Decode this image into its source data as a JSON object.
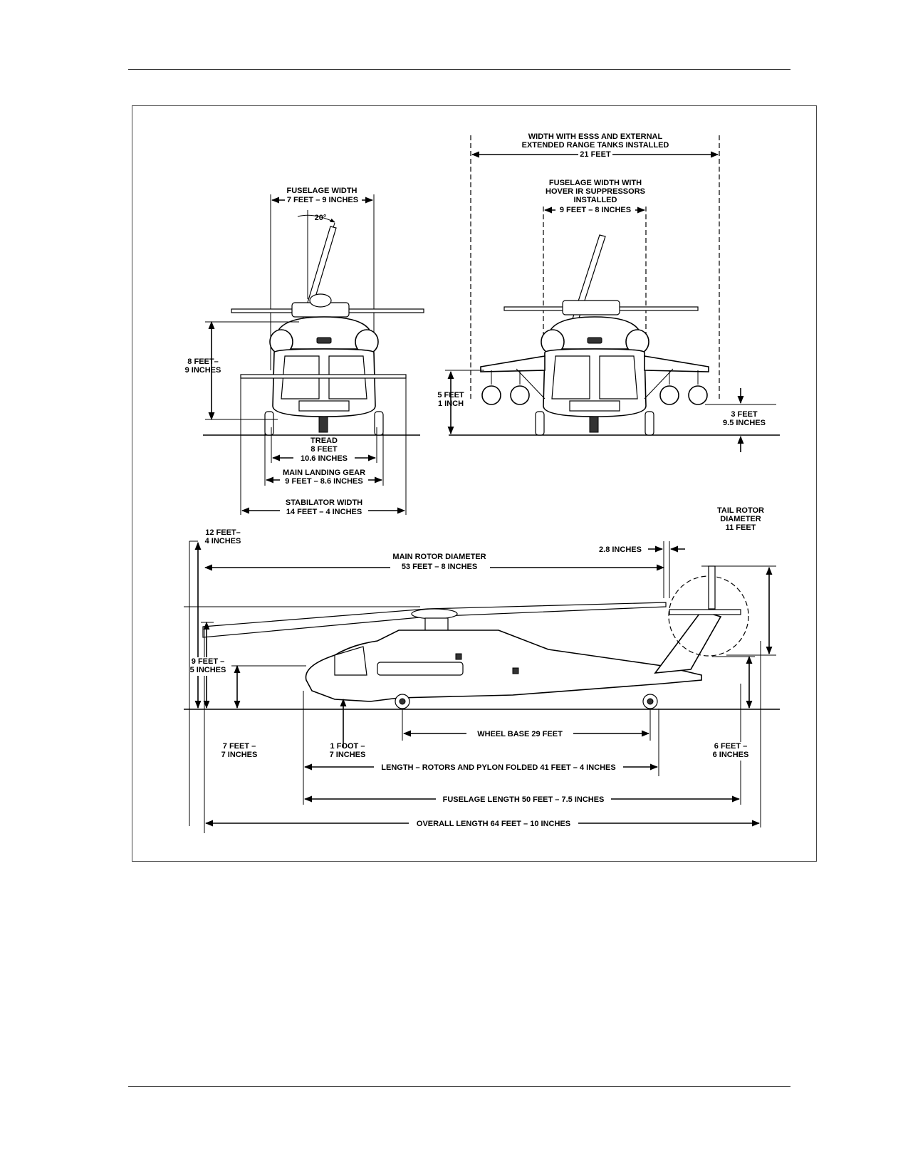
{
  "labels": {
    "fuselage_width_title": "FUSELAGE WIDTH",
    "fuselage_width_value": "7 FEET – 9 INCHES",
    "blade_angle": "20°",
    "height_front_1": "8 FEET–",
    "height_front_2": "9 INCHES",
    "tread_1": "TREAD",
    "tread_2": "8 FEET",
    "tread_3": "10.6 INCHES",
    "main_gear_1": "MAIN LANDING GEAR",
    "main_gear_2": "9 FEET – 8.6 INCHES",
    "stab_1": "STABILATOR WIDTH",
    "stab_2": "14 FEET – 4 INCHES",
    "esss_1": "WIDTH WITH ESSS AND EXTERNAL",
    "esss_2": "EXTENDED RANGE TANKS INSTALLED",
    "esss_3": "21 FEET",
    "hirss_1": "FUSELAGE WIDTH WITH",
    "hirss_2": "HOVER IR SUPPRESSORS",
    "hirss_3": "INSTALLED",
    "hirss_4": "9 FEET – 8 INCHES",
    "pylon_1": "5 FEET",
    "pylon_2": "1 INCH",
    "tank_clear_1": "3 FEET",
    "tank_clear_2": "9.5 INCHES",
    "side_height_1": "12 FEET–",
    "side_height_2": "4 INCHES",
    "rotor_diam_1": "MAIN ROTOR DIAMETER",
    "rotor_diam_2": "53 FEET – 8 INCHES",
    "overlap": "2.8 INCHES",
    "tail_rotor_1": "TAIL ROTOR",
    "tail_rotor_2": "DIAMETER",
    "tail_rotor_3": "11 FEET",
    "hub_height_1": "9 FEET –",
    "hub_height_2": "5 INCHES",
    "wheel_base": "WHEEL BASE 29 FEET",
    "gear_height_1": "7 FEET –",
    "gear_height_2": "7 INCHES",
    "nose_clear_1": "1 FOOT –",
    "nose_clear_2": "7 INCHES",
    "folded": "LENGTH – ROTORS AND PYLON FOLDED 41 FEET – 4 INCHES",
    "tail_height_1": "6 FEET –",
    "tail_height_2": "6 INCHES",
    "fuselage_length": "FUSELAGE LENGTH 50 FEET – 7.5 INCHES",
    "overall_length": "OVERALL LENGTH 64 FEET – 10 INCHES"
  }
}
